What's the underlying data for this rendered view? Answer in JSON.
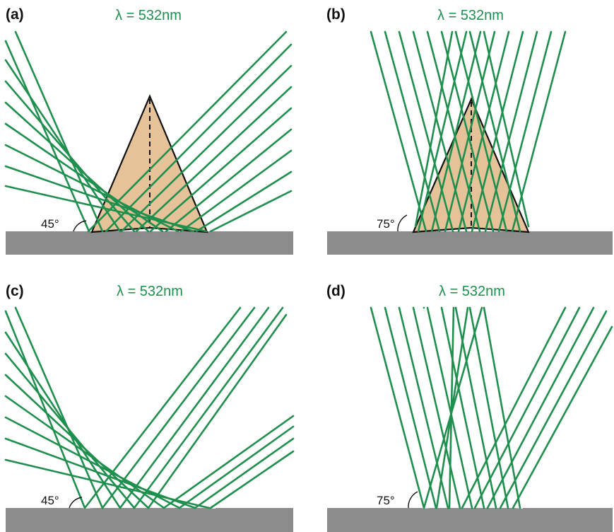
{
  "colors": {
    "beam": "#1f8f4e",
    "substrate": "#8c8c8c",
    "prism_fill": "#e6c299",
    "prism_edge": "#111111",
    "text": "#111111"
  },
  "panels": [
    {
      "label": "(a)",
      "wavelength": "λ = 532nm",
      "angle": "45°",
      "prism": true
    },
    {
      "label": "(b)",
      "wavelength": "λ = 532nm",
      "angle": "75°",
      "prism": true
    },
    {
      "label": "(c)",
      "wavelength": "λ = 532nm",
      "angle": "45°",
      "prism": false
    },
    {
      "label": "(d)",
      "wavelength": "λ = 532nm",
      "angle": "75°",
      "prism": false
    }
  ]
}
